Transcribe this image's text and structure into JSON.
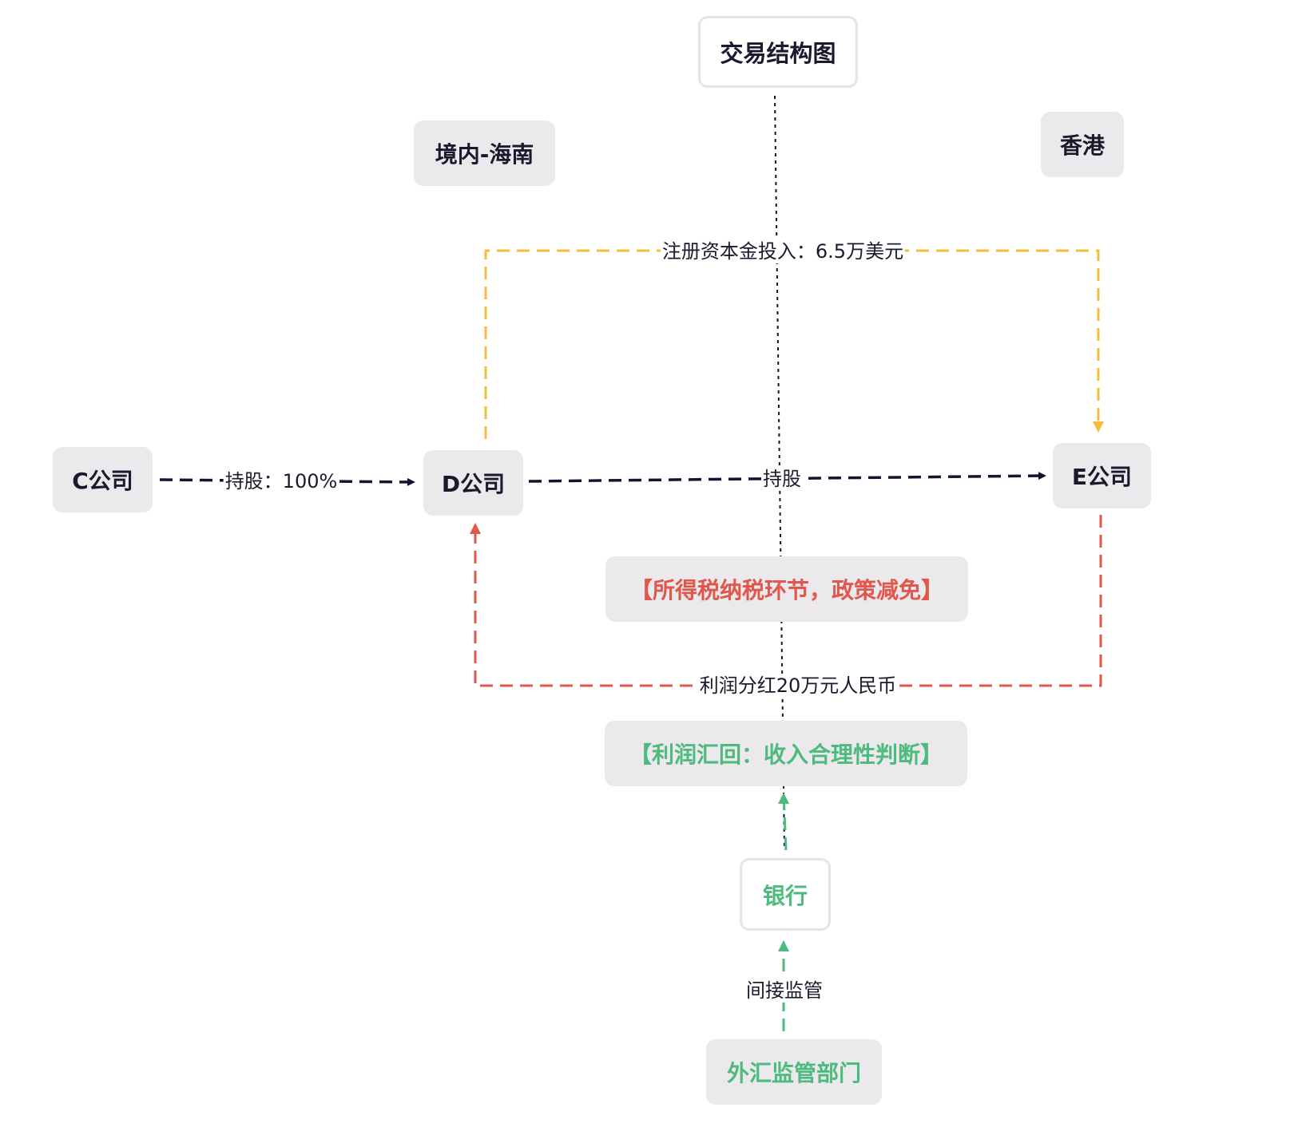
{
  "title": "交易结构图",
  "regions": {
    "domestic": "境内-海南",
    "hongkong": "香港"
  },
  "nodes": {
    "c_company": "C公司",
    "d_company": "D公司",
    "e_company": "E公司",
    "bank": "银行",
    "forex_dept": "外汇监管部门"
  },
  "notes": {
    "tax": "【所得税纳税环节，政策减免】",
    "repatriation": "【利润汇回：收入合理性判断】"
  },
  "edges": {
    "c_to_d": "持股：100%",
    "d_to_e_capital": "注册资本金投入：6.5万美元",
    "d_to_e_holding": "持股",
    "e_to_d_dividend": "利润分红20万元人民币",
    "forex_to_bank": "间接监管"
  },
  "colors": {
    "dark": "#141432",
    "yellow": "#f5bd3c",
    "red": "#e2574c",
    "green": "#4dbb7d",
    "node_bg": "#ebe9ec"
  }
}
